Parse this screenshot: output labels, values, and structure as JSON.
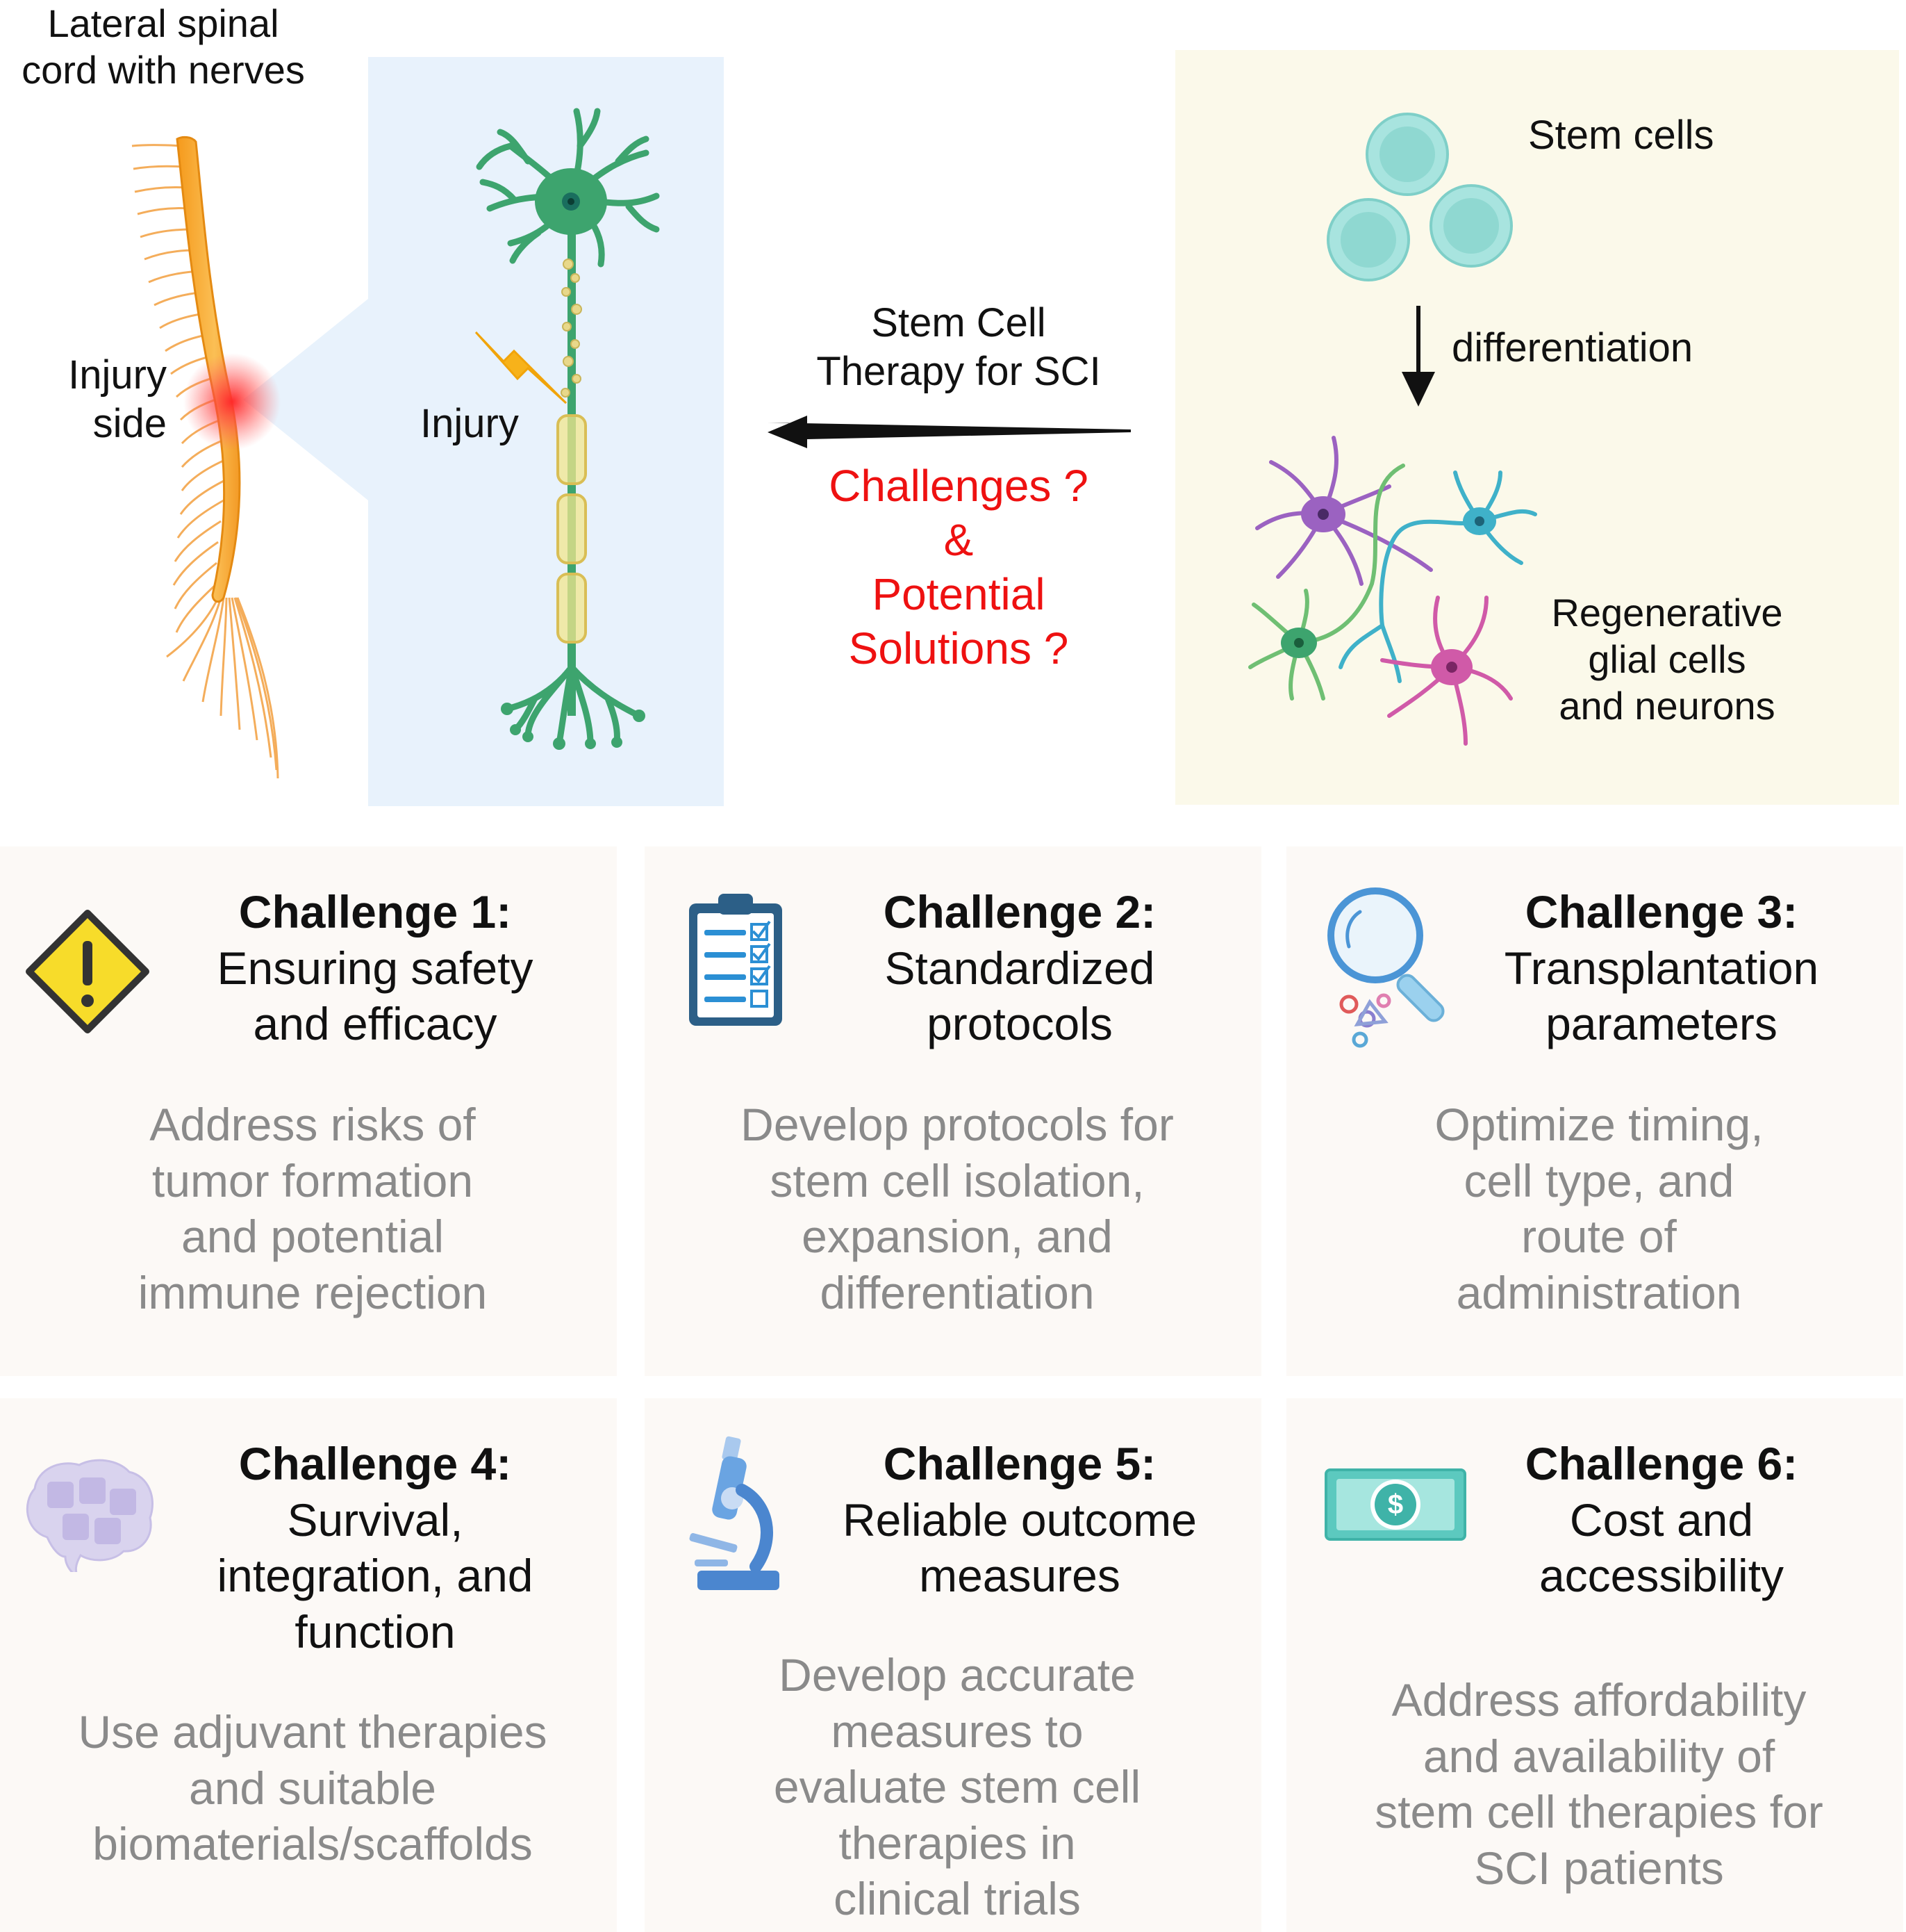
{
  "top": {
    "spine_title": "Lateral spinal\ncord with nerves",
    "injury_side": "Injury\nside",
    "injury": "Injury",
    "therapy": "Stem Cell\nTherapy for SCI",
    "challenges_question": "Challenges ?\n&\nPotential\nSolutions ?",
    "stem_cells": "Stem cells",
    "differentiation": "differentiation",
    "regenerative": "Regenerative\nglial cells\nand neurons"
  },
  "colors": {
    "neuron_panel_bg": "#e8f2fc",
    "stem_panel_bg": "#fbf9ea",
    "card_bg": "#fcf9f6",
    "question_red": "#ee1111",
    "description_gray": "#8a8a8a",
    "spine_orange": "#f7a531",
    "neuron_green": "#3da46e"
  },
  "challenges": [
    {
      "heading": "Challenge 1:",
      "subtitle": "Ensuring safety\nand efficacy",
      "description": "Address risks of\ntumor formation\nand potential\nimmune rejection",
      "icon": "warning-icon"
    },
    {
      "heading": "Challenge 2:",
      "subtitle": "Standardized\nprotocols",
      "description": "Develop protocols for\nstem cell isolation,\nexpansion, and\ndifferentiation",
      "icon": "clipboard-checklist-icon"
    },
    {
      "heading": "Challenge 3:",
      "subtitle": "Transplantation\nparameters",
      "description": "Optimize timing,\ncell type, and\nroute of\nadministration",
      "icon": "magnifier-cells-icon"
    },
    {
      "heading": "Challenge 4:",
      "subtitle": "Survival,\nintegration, and\nfunction",
      "description": "Use adjuvant therapies\nand suitable\nbiomaterials/scaffolds",
      "icon": "brain-puzzle-icon"
    },
    {
      "heading": "Challenge 5:",
      "subtitle": "Reliable outcome\nmeasures",
      "description": "Develop accurate\nmeasures to\nevaluate stem cell\ntherapies in\nclinical trials",
      "icon": "microscope-icon"
    },
    {
      "heading": "Challenge 6:",
      "subtitle": "Cost and\naccessibility",
      "description": "Address affordability\nand availability of\nstem cell therapies for\nSCI patients",
      "icon": "banknote-icon"
    }
  ]
}
